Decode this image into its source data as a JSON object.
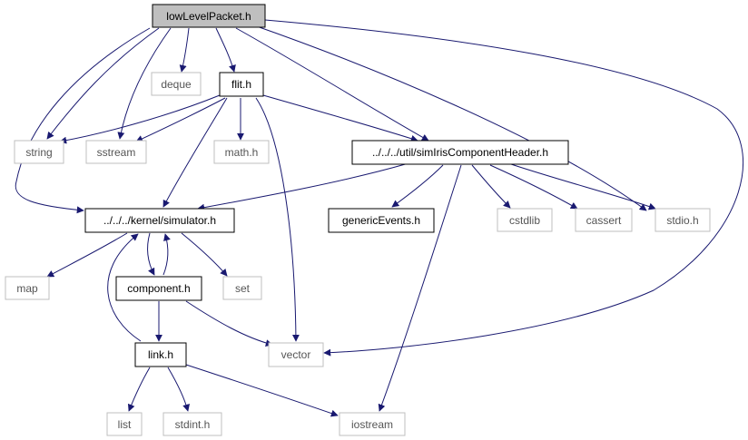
{
  "colors": {
    "edge": "#191970",
    "root_fill": "#bfbfbf",
    "project_border": "#000000",
    "external_border": "#bfbfbf"
  },
  "nodes": {
    "root": {
      "label": "lowLevelPacket.h"
    },
    "deque": {
      "label": "deque"
    },
    "flit": {
      "label": "flit.h"
    },
    "string": {
      "label": "string"
    },
    "sstream": {
      "label": "sstream"
    },
    "math": {
      "label": "math.h"
    },
    "simiris": {
      "label": "../../../util/simIrisComponentHeader.h"
    },
    "simulator": {
      "label": "../../../kernel/simulator.h"
    },
    "genericEvents": {
      "label": "genericEvents.h"
    },
    "cstdlib": {
      "label": "cstdlib"
    },
    "cassert": {
      "label": "cassert"
    },
    "stdio": {
      "label": "stdio.h"
    },
    "map": {
      "label": "map"
    },
    "component": {
      "label": "component.h"
    },
    "set": {
      "label": "set"
    },
    "vector": {
      "label": "vector"
    },
    "link": {
      "label": "link.h"
    },
    "list": {
      "label": "list"
    },
    "stdint": {
      "label": "stdint.h"
    },
    "iostream": {
      "label": "iostream"
    }
  }
}
